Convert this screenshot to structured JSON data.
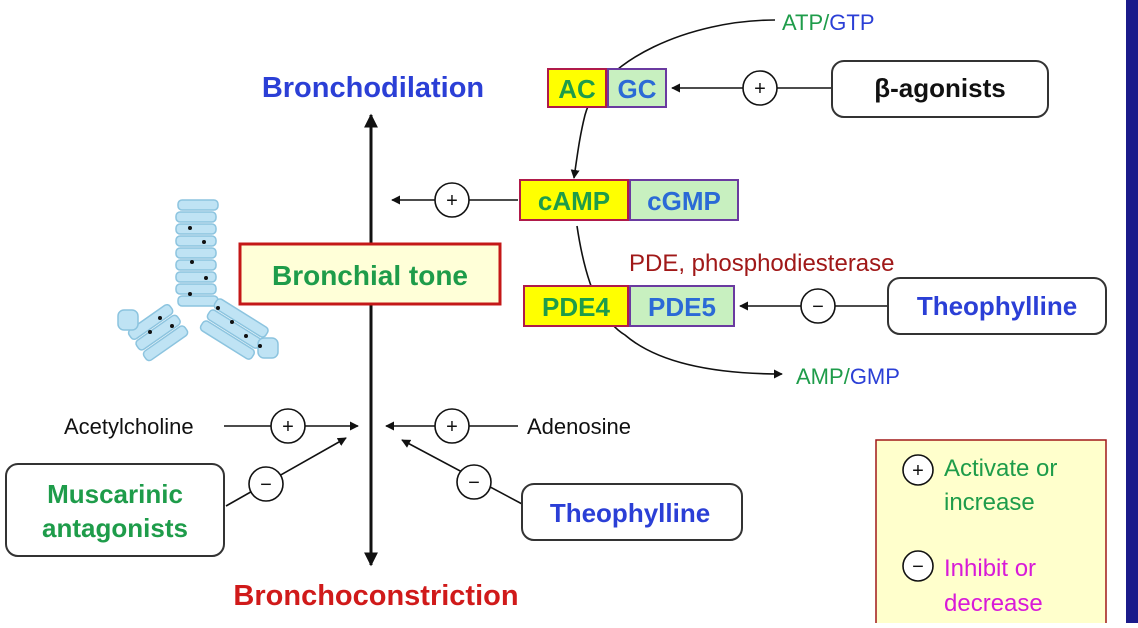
{
  "colors": {
    "green": "#1e9c4a",
    "blue": "#2b3fd6",
    "red": "#d01a1a",
    "darkred": "#a01818",
    "magenta": "#d81ad8",
    "yellow_box": "#ffff00",
    "lightgreen_box": "#c8f0c0",
    "tone_fill": "#ffffd8",
    "legend_fill": "#ffffcc",
    "right_bar": "#1a1a8a"
  },
  "icons": {
    "plus": "plus-circle-icon",
    "minus": "minus-circle-icon",
    "airway": "airway-tree-icon"
  },
  "labels": {
    "bronchodilation": "Bronchodilation",
    "bronchoconstriction": "Bronchoconstriction",
    "bronchial_tone": "Bronchial tone",
    "acetylcholine": "Acetylcholine",
    "adenosine": "Adenosine",
    "muscarinic_line1": "Muscarinic",
    "muscarinic_line2": "antagonists",
    "theophylline_bottom": "Theophylline",
    "atp_gtp_atp": "ATP",
    "atp_gtp_slash": "/",
    "atp_gtp_gtp": "GTP",
    "ac": "AC",
    "gc": "GC",
    "beta_agonists": "β-agonists",
    "camp": "cAMP",
    "cgmp": "cGMP",
    "pde_label": "PDE, phosphodiesterase",
    "pde4": "PDE4",
    "pde5": "PDE5",
    "theophylline_top": "Theophylline",
    "amp_gmp_amp": "AMP",
    "amp_gmp_slash": "/",
    "amp_gmp_gmp": "GMP",
    "plus_sign": "+",
    "minus_sign": "−"
  },
  "legend": {
    "activate_line1": "Activate or",
    "activate_line2": "increase",
    "inhibit_line1": "Inhibit or",
    "inhibit_line2": "decrease"
  }
}
